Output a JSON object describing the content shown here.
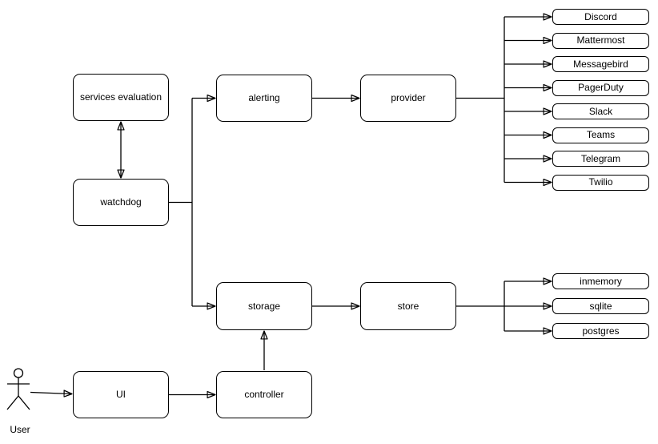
{
  "diagram": {
    "nodes": {
      "services_evaluation": "services evaluation",
      "watchdog": "watchdog",
      "alerting": "alerting",
      "provider": "provider",
      "storage": "storage",
      "store": "store",
      "ui": "UI",
      "controller": "controller"
    },
    "actor_label": "User",
    "providers": [
      "Discord",
      "Mattermost",
      "Messagebird",
      "PagerDuty",
      "Slack",
      "Teams",
      "Telegram",
      "Twilio"
    ],
    "stores": [
      "inmemory",
      "sqlite",
      "postgres"
    ],
    "colors": {
      "stroke": "#000000",
      "fill": "#ffffff",
      "background": "#ffffff",
      "text": "#000000"
    }
  }
}
